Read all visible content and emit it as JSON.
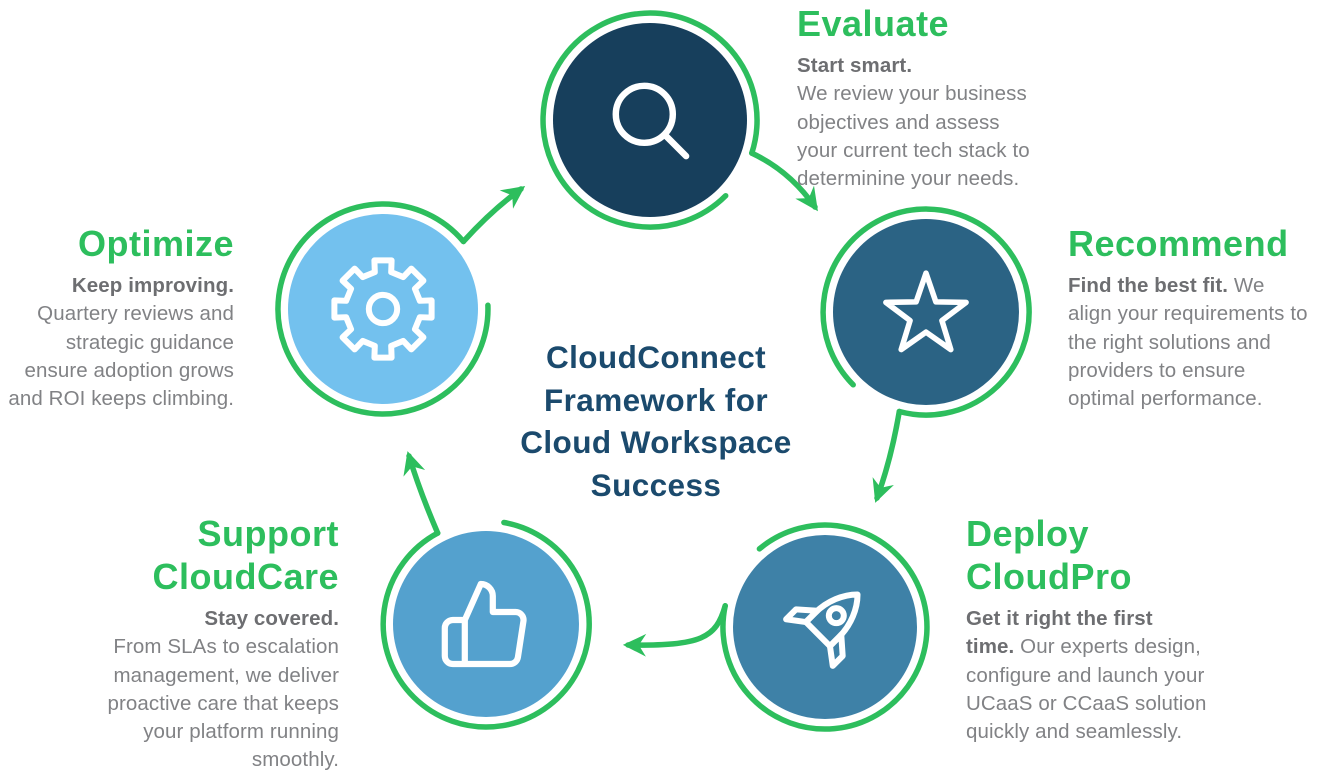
{
  "title": {
    "text": "CloudConnect\nFramework for\nCloud Workspace\nSuccess"
  },
  "colors": {
    "green": "#2DBE5D",
    "navy_title": "#1B4A6D",
    "circle_evaluate": "#173F5C",
    "circle_recommend": "#2B6384",
    "circle_deploy": "#3E81A7",
    "circle_support": "#54A1CE",
    "circle_optimize": "#73C1EE",
    "lead_gray": "#6D6E71",
    "body_gray": "#818285",
    "icon_white": "#FFFFFF"
  },
  "steps": {
    "evaluate": {
      "heading": "Evaluate",
      "lead": "Start smart.",
      "body": "\nWe review your business\nobjectives and assess\nyour current tech stack to\ndeterminine your needs.",
      "icon": "magnifier-icon"
    },
    "recommend": {
      "heading": "Recommend",
      "lead": "Find the best fit.",
      "body": " We\nalign your requirements to\nthe right solutions and\nproviders to ensure\noptimal performance.",
      "icon": "star-icon"
    },
    "deploy": {
      "heading": "Deploy\nCloudPro",
      "lead": "Get it right the first\ntime.",
      "body": " Our experts design,\nconfigure and launch your\nUCaaS or CCaaS solution\nquickly and seamlessly.",
      "icon": "rocket-icon"
    },
    "support": {
      "heading": "Support\nCloudCare",
      "lead": "Stay covered.",
      "body": "\nFrom SLAs to escalation\nmanagement, we deliver\nproactive care that keeps\nyour platform running\nsmoothly.",
      "icon": "thumbs-up-icon"
    },
    "optimize": {
      "heading": "Optimize",
      "lead": "Keep improving.",
      "body": "\nQuartery reviews and\nstrategic guidance\nensure adoption grows\nand ROI keeps climbing.",
      "icon": "gear-icon"
    }
  }
}
